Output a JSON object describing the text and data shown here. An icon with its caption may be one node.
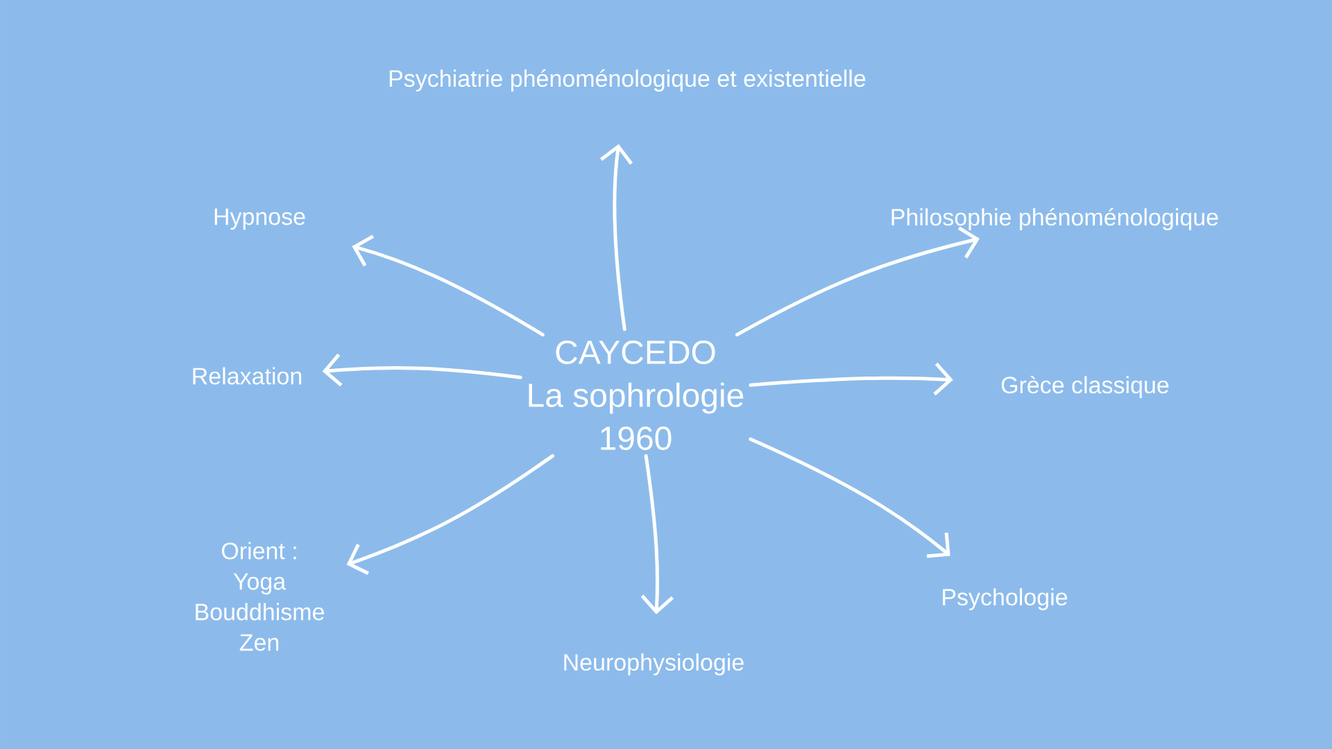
{
  "diagram": {
    "nodes": [
      {
        "text": [
          "CAYCEDO",
          "La sophrologie",
          "1960"
        ]
      },
      {
        "text": [
          "Psychiatrie phénoménologique et existentielle"
        ]
      },
      {
        "text": [
          "Hypnose"
        ]
      },
      {
        "text": [
          "Philosophie phénoménologique"
        ]
      },
      {
        "text": [
          "Relaxation"
        ]
      },
      {
        "text": [
          "Grèce classique"
        ]
      },
      {
        "text": [
          "Orient :",
          "Yoga",
          "Bouddhisme",
          "Zen"
        ]
      },
      {
        "text": [
          "Psychologie"
        ]
      },
      {
        "text": [
          "Neurophysiologie"
        ]
      }
    ],
    "edges": [
      {
        "from": 0,
        "to": 1,
        "arrow": "to"
      },
      {
        "from": 0,
        "to": 2,
        "arrow": "to"
      },
      {
        "from": 0,
        "to": 3,
        "arrow": "to"
      },
      {
        "from": 0,
        "to": 4,
        "arrow": "to"
      },
      {
        "from": 0,
        "to": 5,
        "arrow": "to"
      },
      {
        "from": 0,
        "to": 6,
        "arrow": "to"
      },
      {
        "from": 0,
        "to": 7,
        "arrow": "to"
      },
      {
        "from": 0,
        "to": 8,
        "arrow": "to"
      }
    ]
  }
}
